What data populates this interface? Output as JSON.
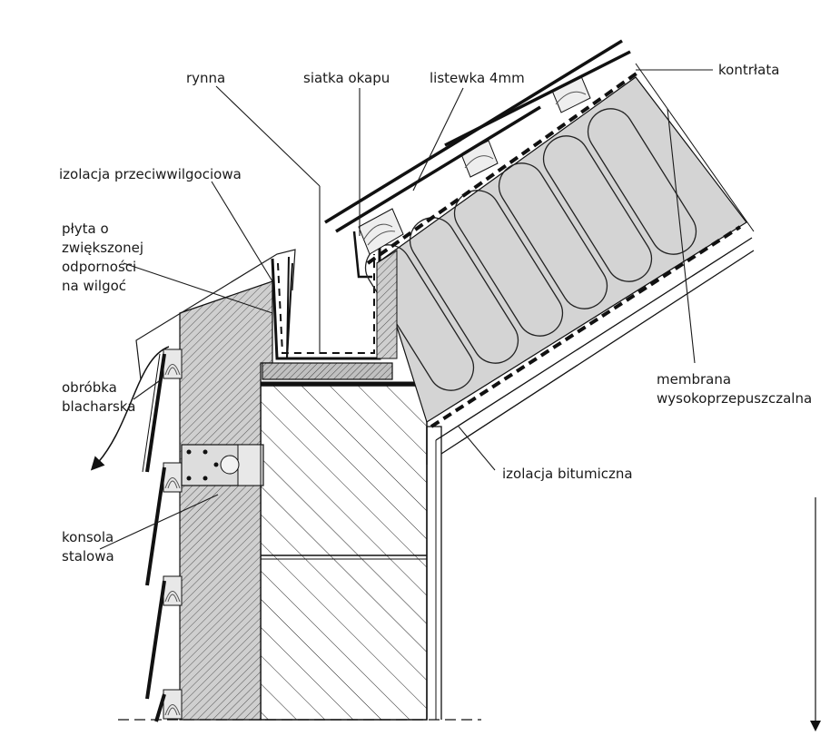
{
  "labels": {
    "rynna": "rynna",
    "siatka_okapu": "siatka okapu",
    "listewka": "listewka 4mm",
    "kontrlata": "kontrłata",
    "izolacja_przeciwwilgociowa": "izolacja przeciwwilgociowa",
    "plyta_1": "płyta o",
    "plyta_2": "zwiększonej",
    "plyta_3": "odporności",
    "plyta_4": "na wilgoć",
    "obrobka_1": "obróbka",
    "obrobka_2": "blacharska",
    "konsola_1": "konsola",
    "konsola_2": "stalowa",
    "membrana_1": "membrana",
    "membrana_2": "wysokoprzepuszczalna",
    "izolacja_bitumiczna": "izolacja bitumiczna"
  },
  "colors": {
    "ink": "#1a1a1a",
    "insulation_fill": "#d4d4d4",
    "board_fill": "#c8c8c8",
    "background": "#ffffff"
  }
}
